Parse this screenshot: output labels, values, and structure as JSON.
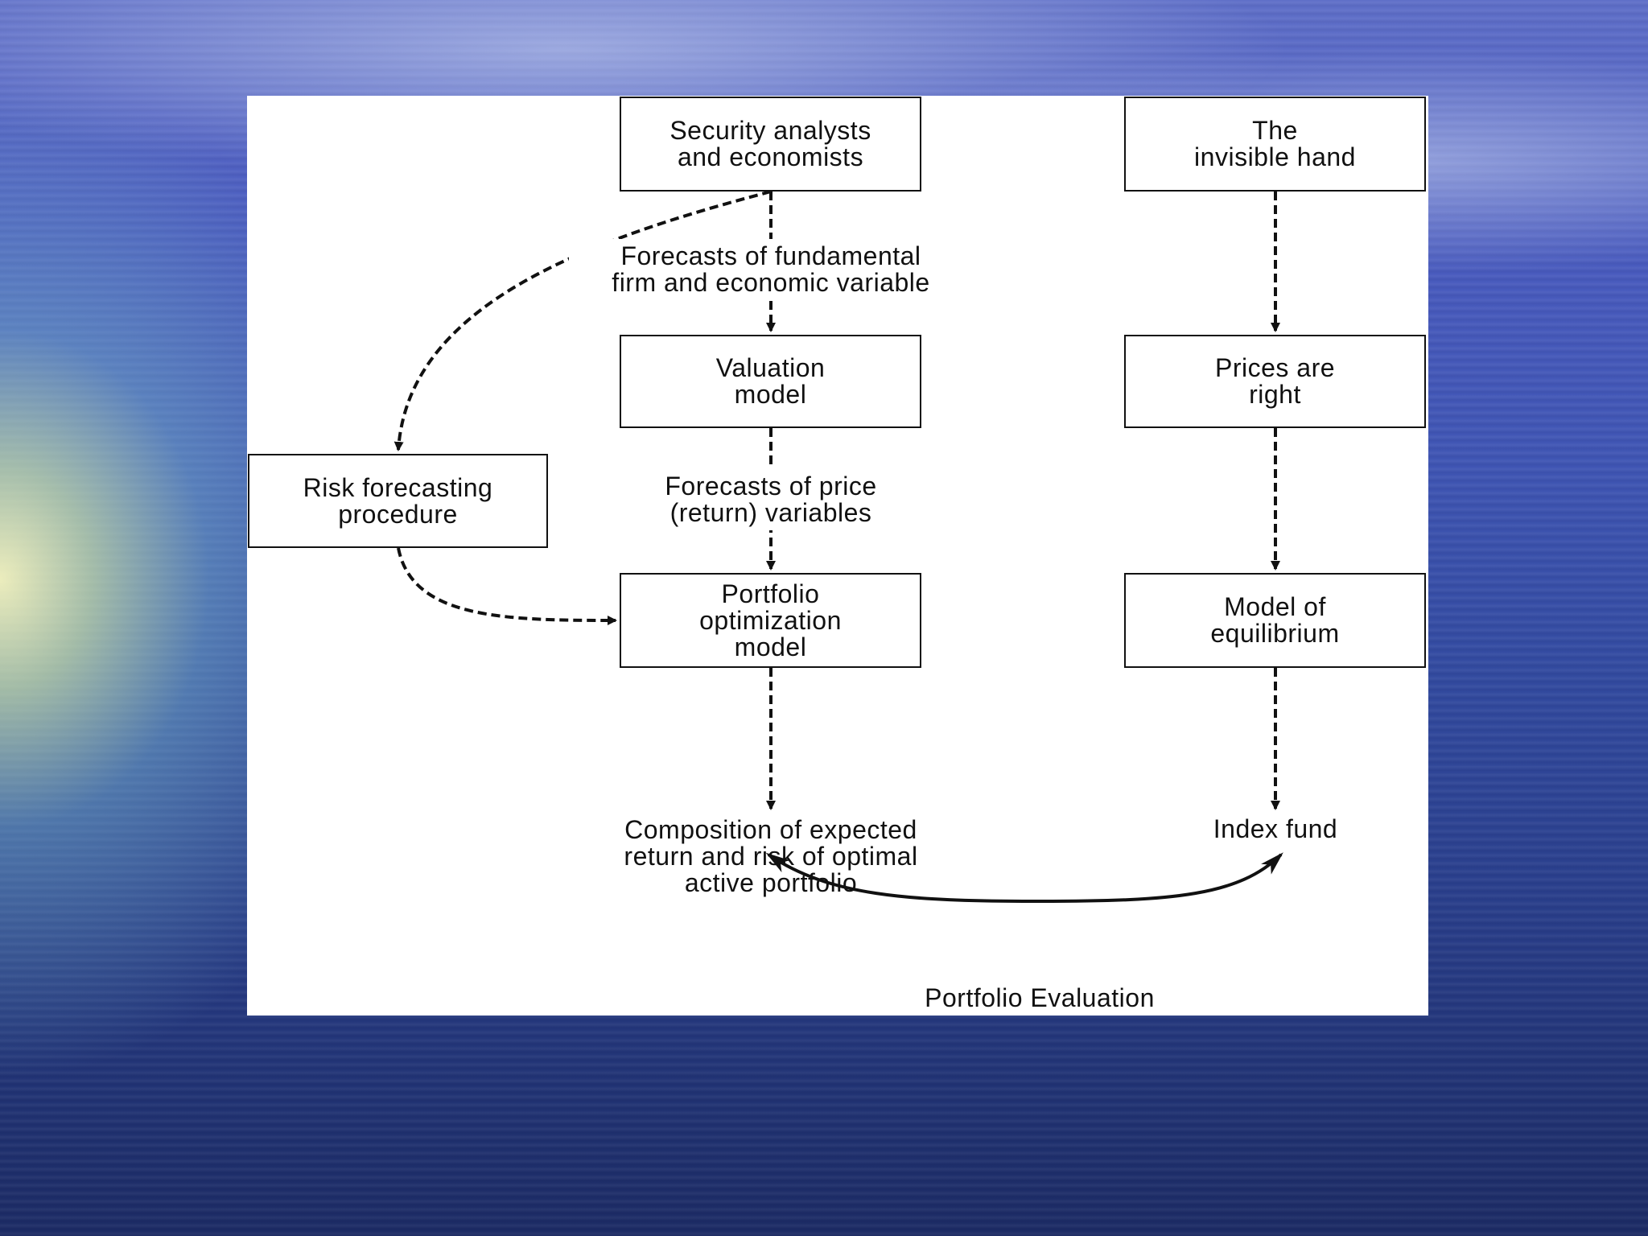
{
  "slide": {
    "background_colors": {
      "sky": "#5f6fc8",
      "sea": "#213374",
      "glow": "#f5f5be"
    }
  },
  "diagram": {
    "boxes": {
      "security_analysts": "Security analysts\nand economists",
      "invisible_hand": "The\ninvisible hand",
      "valuation_model": "Valuation\nmodel",
      "prices_right": "Prices are\nright",
      "risk_forecasting": "Risk forecasting\nprocedure",
      "portfolio_optimization": "Portfolio\noptimization\nmodel",
      "model_equilibrium": "Model of\nequilibrium"
    },
    "labels": {
      "forecasts_fundamental": "Forecasts of fundamental\nfirm and economic variable",
      "forecasts_price": "Forecasts of price\n(return) variables",
      "composition": "Composition of expected\nreturn and risk of optimal\nactive portfolio",
      "index_fund": "Index fund",
      "portfolio_evaluation": "Portfolio Evaluation"
    },
    "colors": {
      "line": "#111111",
      "panel": "#ffffff"
    }
  }
}
